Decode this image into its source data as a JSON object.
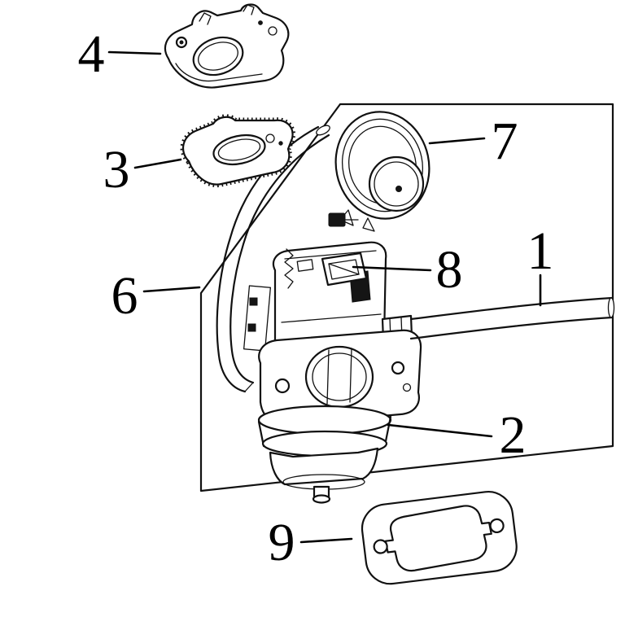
{
  "diagram": {
    "parts": {
      "p1": {
        "label": "1"
      },
      "p2": {
        "label": "2"
      },
      "p3": {
        "label": "3"
      },
      "p4": {
        "label": "4"
      },
      "p6": {
        "label": "6"
      },
      "p7": {
        "label": "7"
      },
      "p8": {
        "label": "8"
      },
      "p9": {
        "label": "9"
      }
    }
  }
}
